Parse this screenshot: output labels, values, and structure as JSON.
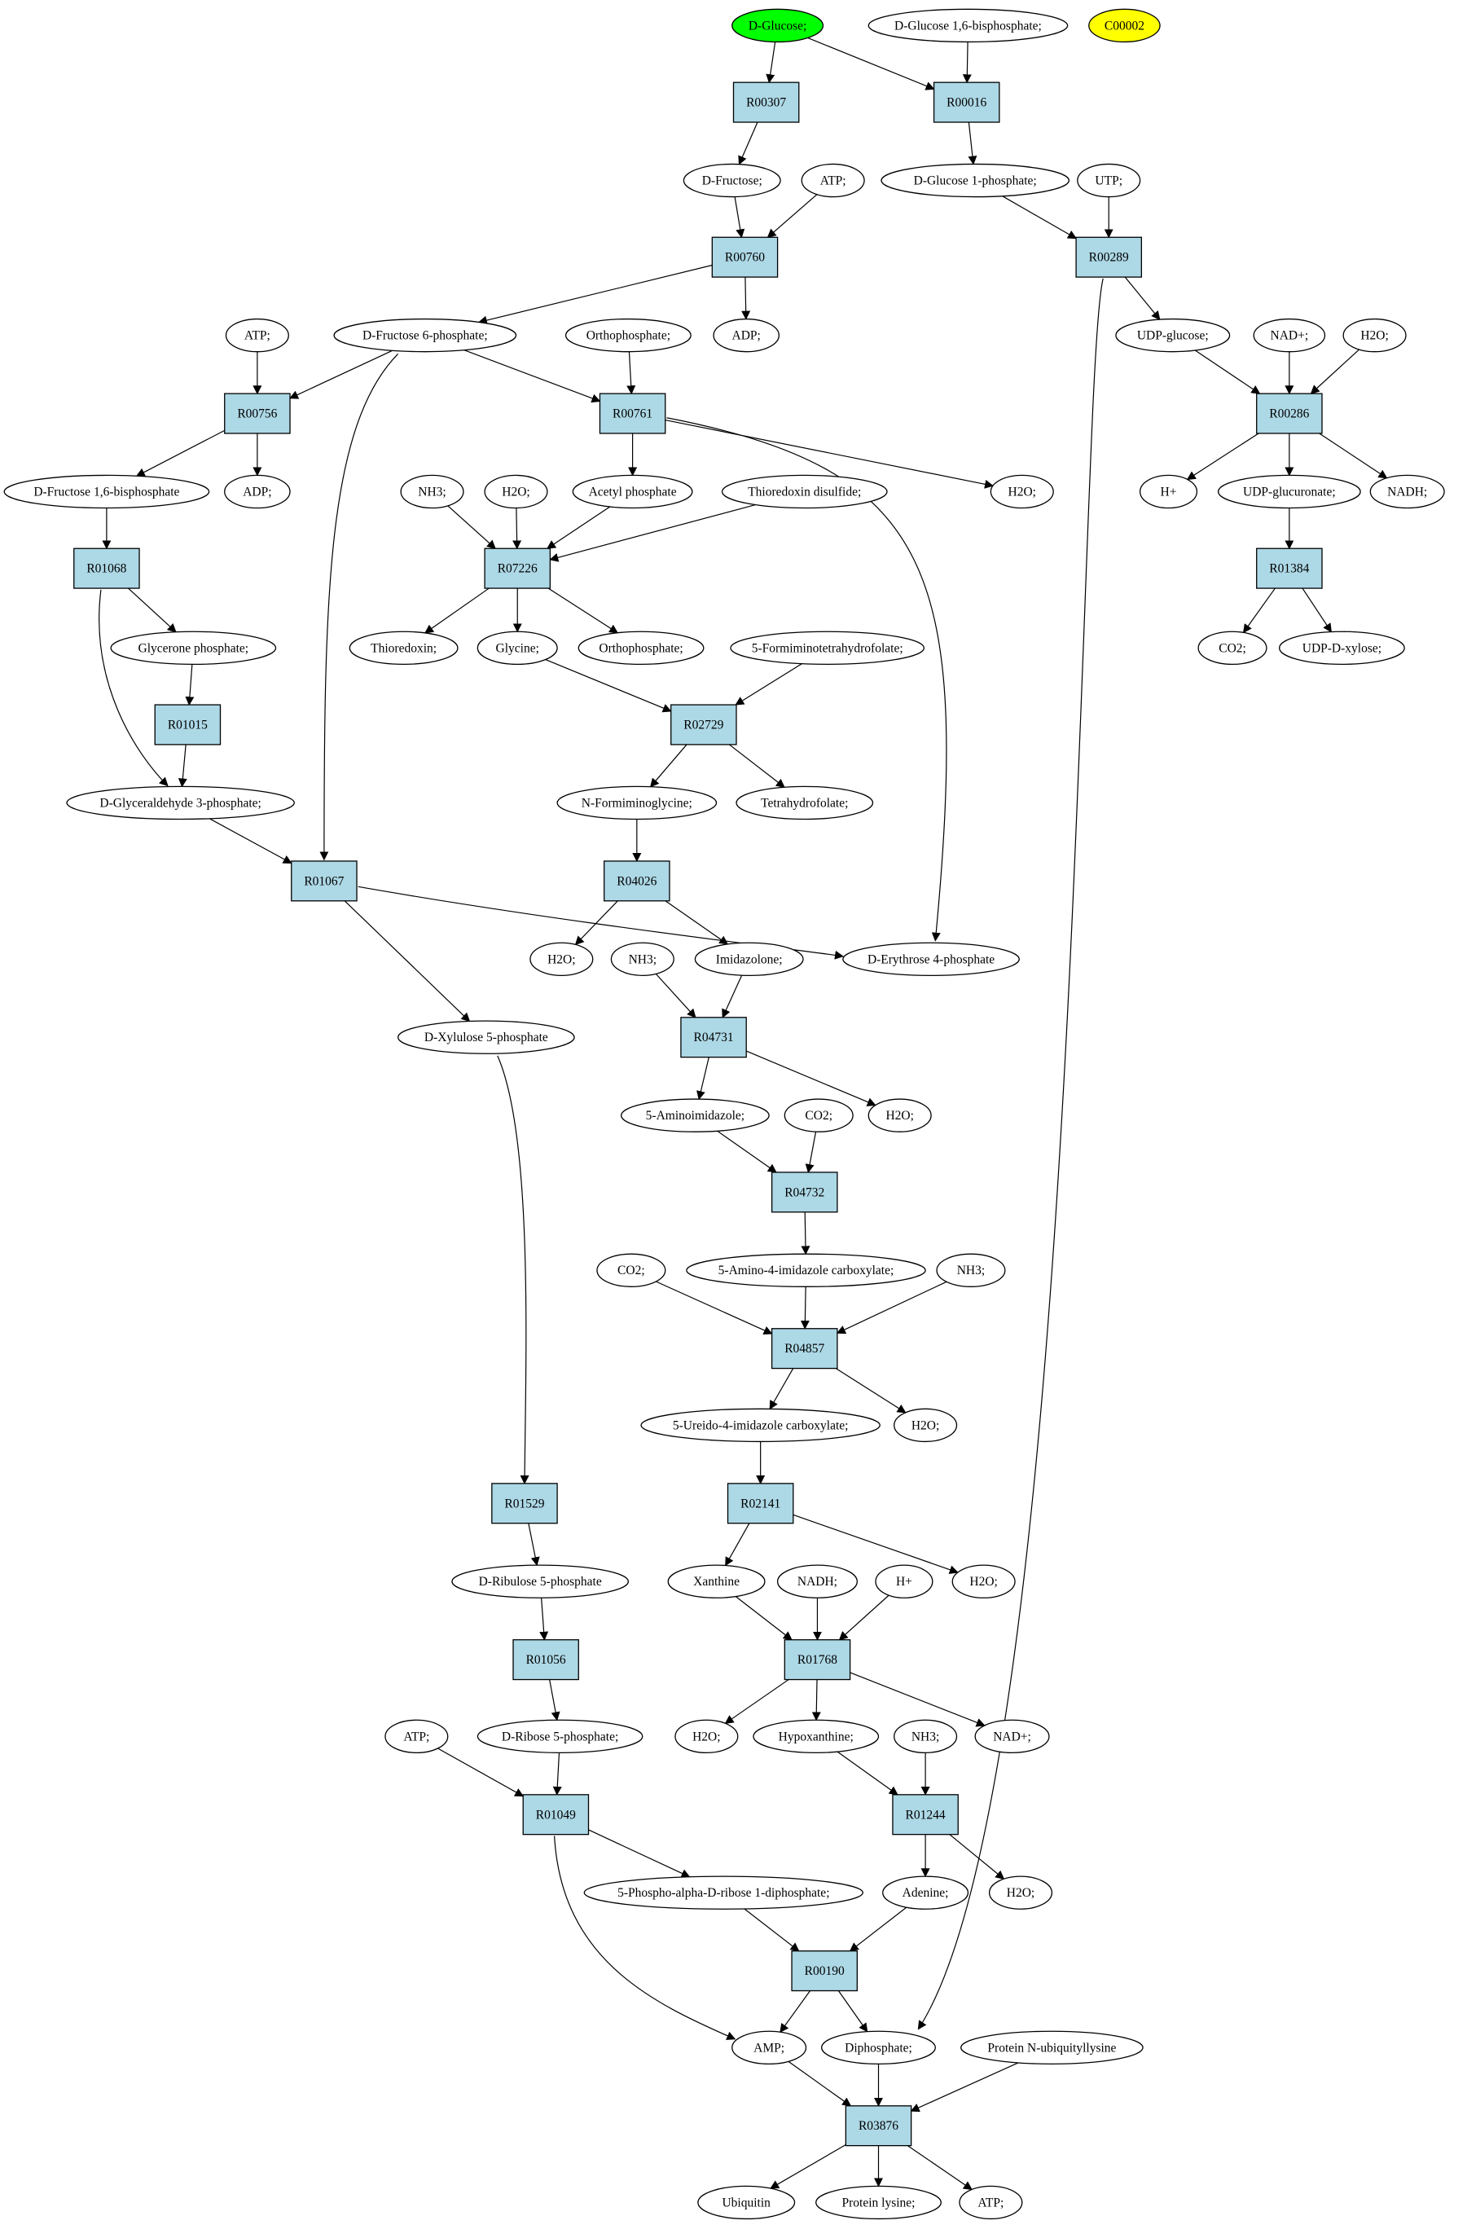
{
  "colors": {
    "reaction_fill": "#add8e6",
    "compound_fill": "#ffffff",
    "highlight_green": "#00ff00",
    "highlight_yellow": "#ffff00",
    "stroke": "#000000"
  },
  "compounds": {
    "glucose": {
      "label": "D-Glucose;",
      "highlight": "green"
    },
    "g16bp": {
      "label": "D-Glucose 1,6-bisphosphate;"
    },
    "c00002": {
      "label": "C00002",
      "highlight": "yellow"
    },
    "fructose": {
      "label": "D-Fructose;"
    },
    "atp_a": {
      "label": "ATP;"
    },
    "g1p": {
      "label": "D-Glucose 1-phosphate;"
    },
    "utp": {
      "label": "UTP;"
    },
    "atp_b": {
      "label": "ATP;"
    },
    "f6p": {
      "label": "D-Fructose 6-phosphate;"
    },
    "orthophos_a": {
      "label": "Orthophosphate;"
    },
    "adp_a": {
      "label": "ADP;"
    },
    "udpglc": {
      "label": "UDP-glucose;"
    },
    "nad_a": {
      "label": "NAD+;"
    },
    "h2o_a": {
      "label": "H2O;"
    },
    "f16bp": {
      "label": "D-Fructose 1,6-bisphosphate"
    },
    "adp_b": {
      "label": "ADP;"
    },
    "nh3_a": {
      "label": "NH3;"
    },
    "h2o_b": {
      "label": "H2O;"
    },
    "acetylp": {
      "label": "Acetyl phosphate"
    },
    "trx_ss": {
      "label": "Thioredoxin disulfide;"
    },
    "h2o_c": {
      "label": "H2O;"
    },
    "hplus_a": {
      "label": "H+"
    },
    "udpglcua": {
      "label": "UDP-glucuronate;"
    },
    "nadh_a": {
      "label": "NADH;"
    },
    "glyp": {
      "label": "Glycerone phosphate;"
    },
    "trx": {
      "label": "Thioredoxin;"
    },
    "glycine": {
      "label": "Glycine;"
    },
    "orthophos_b": {
      "label": "Orthophosphate;"
    },
    "formthf": {
      "label": "5-Formiminotetrahydrofolate;"
    },
    "co2_a": {
      "label": "CO2;"
    },
    "udpxyl": {
      "label": "UDP-D-xylose;"
    },
    "g3p": {
      "label": "D-Glyceraldehyde 3-phosphate;"
    },
    "nformgly": {
      "label": "N-Formiminoglycine;"
    },
    "thf": {
      "label": "Tetrahydrofolate;"
    },
    "h2o_d": {
      "label": "H2O;"
    },
    "nh3_b": {
      "label": "NH3;"
    },
    "imidazolone": {
      "label": "Imidazolone;"
    },
    "e4p": {
      "label": "D-Erythrose 4-phosphate"
    },
    "x5p": {
      "label": "D-Xylulose 5-phosphate"
    },
    "aminoimid": {
      "label": "5-Aminoimidazole;"
    },
    "co2_b": {
      "label": "CO2;"
    },
    "h2o_e": {
      "label": "H2O;"
    },
    "co2_c": {
      "label": "CO2;"
    },
    "aicarbox": {
      "label": "5-Amino-4-imidazole carboxylate;"
    },
    "nh3_c": {
      "label": "NH3;"
    },
    "ureido": {
      "label": "5-Ureido-4-imidazole carboxylate;"
    },
    "h2o_f": {
      "label": "H2O;"
    },
    "ru5p": {
      "label": "D-Ribulose 5-phosphate"
    },
    "xanthine": {
      "label": "Xanthine"
    },
    "nadh_b": {
      "label": "NADH;"
    },
    "hplus_b": {
      "label": "H+"
    },
    "h2o_g": {
      "label": "H2O;"
    },
    "atp_c": {
      "label": "ATP;"
    },
    "r5p": {
      "label": "D-Ribose 5-phosphate;"
    },
    "h2o_h": {
      "label": "H2O;"
    },
    "hypox": {
      "label": "Hypoxanthine;"
    },
    "nh3_d": {
      "label": "NH3;"
    },
    "nad_b": {
      "label": "NAD+;"
    },
    "prpp": {
      "label": "5-Phospho-alpha-D-ribose 1-diphosphate;"
    },
    "adenine": {
      "label": "Adenine;"
    },
    "h2o_i": {
      "label": "H2O;"
    },
    "amp": {
      "label": "AMP;"
    },
    "diphos": {
      "label": "Diphosphate;"
    },
    "ubilys": {
      "label": "Protein N-ubiquityllysine"
    },
    "ubiquitin": {
      "label": "Ubiquitin"
    },
    "protlys": {
      "label": "Protein lysine;"
    },
    "atp_d": {
      "label": "ATP;"
    }
  },
  "reactions": {
    "r00307": {
      "label": "R00307"
    },
    "r00016": {
      "label": "R00016"
    },
    "r00760": {
      "label": "R00760"
    },
    "r00289": {
      "label": "R00289"
    },
    "r00756": {
      "label": "R00756"
    },
    "r00761": {
      "label": "R00761"
    },
    "r00286": {
      "label": "R00286"
    },
    "r01068": {
      "label": "R01068"
    },
    "r07226": {
      "label": "R07226"
    },
    "r01384": {
      "label": "R01384"
    },
    "r01015": {
      "label": "R01015"
    },
    "r02729": {
      "label": "R02729"
    },
    "r01067": {
      "label": "R01067"
    },
    "r04026": {
      "label": "R04026"
    },
    "r04731": {
      "label": "R04731"
    },
    "r04732": {
      "label": "R04732"
    },
    "r04857": {
      "label": "R04857"
    },
    "r02141": {
      "label": "R02141"
    },
    "r01529": {
      "label": "R01529"
    },
    "r01056": {
      "label": "R01056"
    },
    "r01768": {
      "label": "R01768"
    },
    "r01049": {
      "label": "R01049"
    },
    "r01244": {
      "label": "R01244"
    },
    "r00190": {
      "label": "R00190"
    },
    "r03876": {
      "label": "R03876"
    }
  },
  "edges": [
    [
      "glucose",
      "r00307"
    ],
    [
      "glucose",
      "r00016"
    ],
    [
      "g16bp",
      "r00016"
    ],
    [
      "r00307",
      "fructose"
    ],
    [
      "r00016",
      "g1p"
    ],
    [
      "fructose",
      "r00760"
    ],
    [
      "atp_a",
      "r00760"
    ],
    [
      "g1p",
      "r00289"
    ],
    [
      "utp",
      "r00289"
    ],
    [
      "r00760",
      "f6p"
    ],
    [
      "r00760",
      "adp_a"
    ],
    [
      "r00289",
      "udpglc"
    ],
    [
      "r00289",
      "diphos"
    ],
    [
      "atp_b",
      "r00756"
    ],
    [
      "f6p",
      "r00756"
    ],
    [
      "f6p",
      "r00761"
    ],
    [
      "f6p",
      "r01067"
    ],
    [
      "orthophos_a",
      "r00761"
    ],
    [
      "udpglc",
      "r00286"
    ],
    [
      "nad_a",
      "r00286"
    ],
    [
      "h2o_a",
      "r00286"
    ],
    [
      "r00756",
      "f16bp"
    ],
    [
      "r00756",
      "adp_b"
    ],
    [
      "r00761",
      "acetylp"
    ],
    [
      "r00761",
      "h2o_c"
    ],
    [
      "r00761",
      "e4p"
    ],
    [
      "r00286",
      "hplus_a"
    ],
    [
      "r00286",
      "udpglcua"
    ],
    [
      "r00286",
      "nadh_a"
    ],
    [
      "f16bp",
      "r01068"
    ],
    [
      "nh3_a",
      "r07226"
    ],
    [
      "h2o_b",
      "r07226"
    ],
    [
      "acetylp",
      "r07226"
    ],
    [
      "trx_ss",
      "r07226"
    ],
    [
      "udpglcua",
      "r01384"
    ],
    [
      "r01068",
      "glyp"
    ],
    [
      "r01068",
      "g3p"
    ],
    [
      "r07226",
      "trx"
    ],
    [
      "r07226",
      "glycine"
    ],
    [
      "r07226",
      "orthophos_b"
    ],
    [
      "r01384",
      "co2_a"
    ],
    [
      "r01384",
      "udpxyl"
    ],
    [
      "glyp",
      "r01015"
    ],
    [
      "glycine",
      "r02729"
    ],
    [
      "formthf",
      "r02729"
    ],
    [
      "r01015",
      "g3p"
    ],
    [
      "r02729",
      "nformgly"
    ],
    [
      "r02729",
      "thf"
    ],
    [
      "g3p",
      "r01067"
    ],
    [
      "nformgly",
      "r04026"
    ],
    [
      "r01067",
      "e4p"
    ],
    [
      "r01067",
      "x5p"
    ],
    [
      "r04026",
      "h2o_d"
    ],
    [
      "r04026",
      "imidazolone"
    ],
    [
      "nh3_b",
      "r04731"
    ],
    [
      "imidazolone",
      "r04731"
    ],
    [
      "r04731",
      "aminoimid"
    ],
    [
      "r04731",
      "h2o_e"
    ],
    [
      "aminoimid",
      "r04732"
    ],
    [
      "co2_b",
      "r04732"
    ],
    [
      "r04732",
      "aicarbox"
    ],
    [
      "co2_c",
      "r04857"
    ],
    [
      "aicarbox",
      "r04857"
    ],
    [
      "nh3_c",
      "r04857"
    ],
    [
      "r04857",
      "ureido"
    ],
    [
      "r04857",
      "h2o_f"
    ],
    [
      "ureido",
      "r02141"
    ],
    [
      "x5p",
      "r01529"
    ],
    [
      "r02141",
      "xanthine"
    ],
    [
      "r02141",
      "h2o_g"
    ],
    [
      "r01529",
      "ru5p"
    ],
    [
      "xanthine",
      "r01768"
    ],
    [
      "nadh_b",
      "r01768"
    ],
    [
      "hplus_b",
      "r01768"
    ],
    [
      "ru5p",
      "r01056"
    ],
    [
      "r01768",
      "h2o_h"
    ],
    [
      "r01768",
      "hypox"
    ],
    [
      "r01768",
      "nad_b"
    ],
    [
      "r01056",
      "r5p"
    ],
    [
      "atp_c",
      "r01049"
    ],
    [
      "r5p",
      "r01049"
    ],
    [
      "hypox",
      "r01244"
    ],
    [
      "nh3_d",
      "r01244"
    ],
    [
      "r01049",
      "prpp"
    ],
    [
      "r01049",
      "amp"
    ],
    [
      "r01244",
      "adenine"
    ],
    [
      "r01244",
      "h2o_i"
    ],
    [
      "prpp",
      "r00190"
    ],
    [
      "adenine",
      "r00190"
    ],
    [
      "r00190",
      "amp"
    ],
    [
      "r00190",
      "diphos"
    ],
    [
      "amp",
      "r03876"
    ],
    [
      "diphos",
      "r03876"
    ],
    [
      "ubilys",
      "r03876"
    ],
    [
      "r03876",
      "ubiquitin"
    ],
    [
      "r03876",
      "protlys"
    ],
    [
      "r03876",
      "atp_d"
    ]
  ]
}
